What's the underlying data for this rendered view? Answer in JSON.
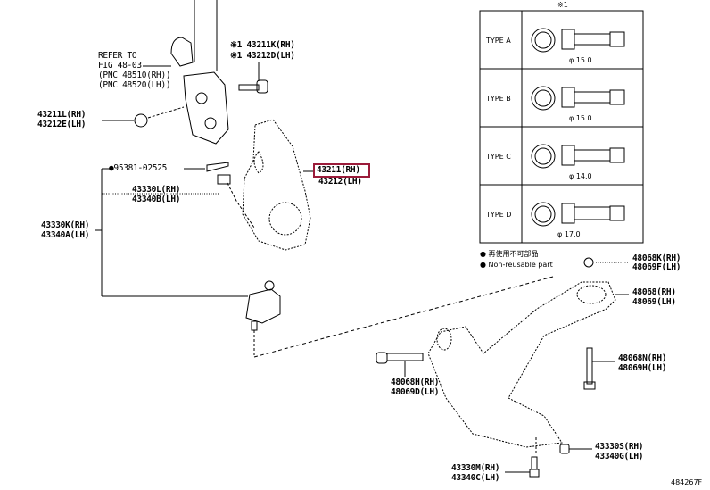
{
  "refer": {
    "line1": "REFER TO",
    "line2": "FIG 48-03",
    "line3": "(PNC 48510(RH))",
    "line4": "(PNC 48520(LH))"
  },
  "parts": {
    "bolt_upper": {
      "rh": "※1 43211K(RH)",
      "lh": "※1 43212D(LH)"
    },
    "nut_upper": {
      "rh": "43211L(RH)",
      "lh": "43212E(LH)"
    },
    "cotter_pin": "●95381-02525",
    "castle_nut": {
      "rh": "43330L(RH)",
      "lh": "43340B(LH)"
    },
    "ball_joint": {
      "rh": "43330K(RH)",
      "lh": "43340A(LH)"
    },
    "knuckle": {
      "rh": "43211(RH)",
      "lh": "43212(LH)"
    },
    "arm_nut": {
      "rh": "48068K(RH)",
      "lh": "48069F(LH)"
    },
    "lower_arm": {
      "rh": "48068(RH)",
      "lh": "48069(LH)"
    },
    "arm_bolt_rear": {
      "rh": "48068N(RH)",
      "lh": "48069H(LH)"
    },
    "arm_bolt_front": {
      "rh": "48068H(RH)",
      "lh": "48069D(LH)"
    },
    "bj_nut": {
      "rh": "43330S(RH)",
      "lh": "43340G(LH)"
    },
    "bj_bolt": {
      "rh": "43330M(RH)",
      "lh": "43340C(LH)"
    }
  },
  "bolt_table": {
    "title": "※1",
    "rows": [
      {
        "type": "TYPE A",
        "dia": "φ 15.0"
      },
      {
        "type": "TYPE B",
        "dia": "φ 15.0"
      },
      {
        "type": "TYPE C",
        "dia": "φ 14.0"
      },
      {
        "type": "TYPE D",
        "dia": "φ 17.0"
      }
    ]
  },
  "legend": {
    "jp": "再使用不可部品",
    "en": "Non-reusable part"
  },
  "figure_id": "484267F",
  "highlight_color": "#9b1b3a"
}
